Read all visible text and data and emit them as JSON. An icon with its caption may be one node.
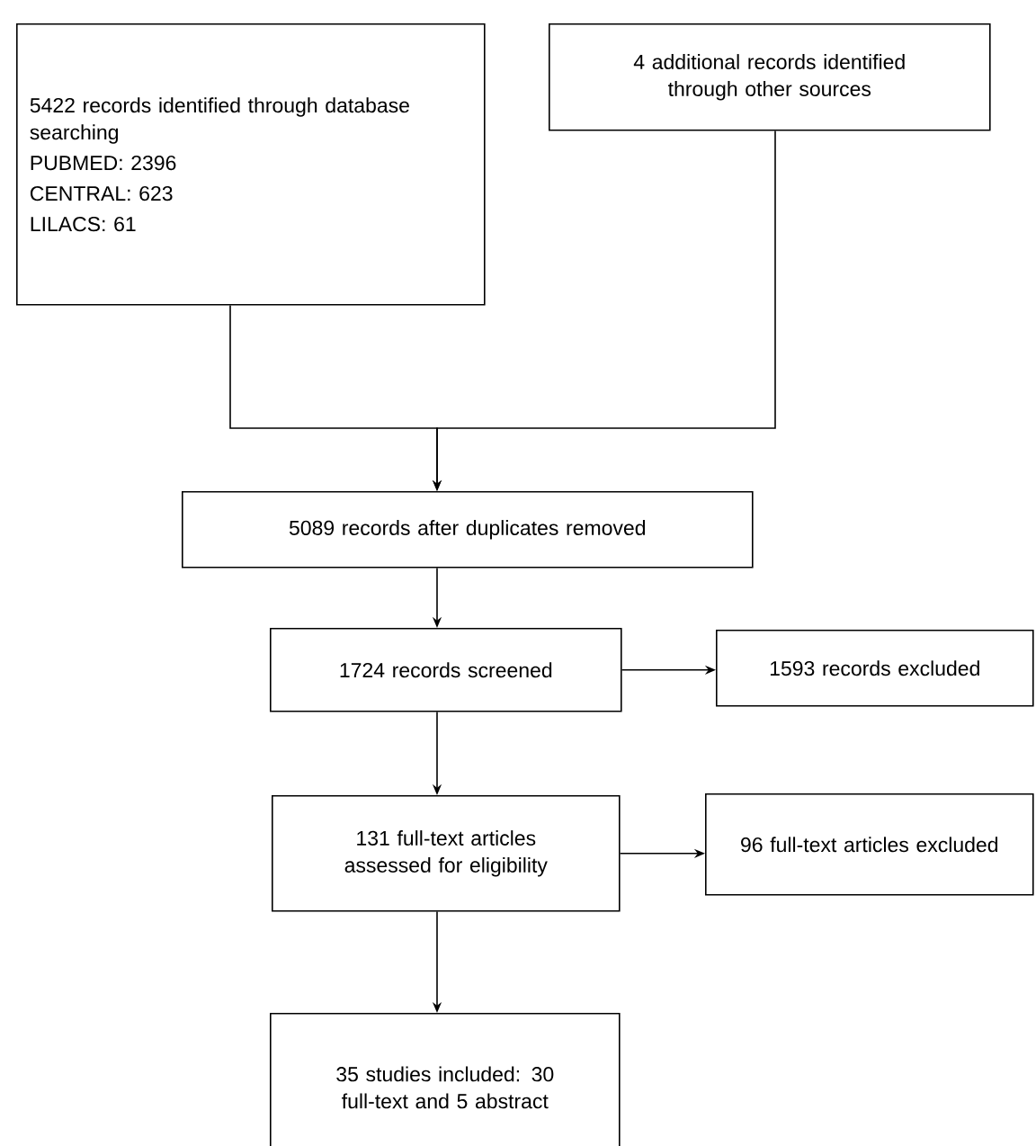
{
  "diagram": {
    "nodes": [
      {
        "text": [
          "5422 records identified through database searching",
          "PUBMED: 2396",
          "CENTRAL: 623",
          "LILACS: 61"
        ]
      },
      {
        "text": [
          "4 additional records identified through other sources"
        ]
      },
      {
        "text": [
          "5089 records after duplicates removed"
        ]
      },
      {
        "text": [
          "1724 records screened"
        ]
      },
      {
        "text": [
          "1593 records excluded"
        ]
      },
      {
        "text": [
          "131 full-text articles assessed for eligibility"
        ]
      },
      {
        "text": [
          "96 full-text articles excluded"
        ]
      },
      {
        "text": [
          "35 studies included: 30 full-text and 5 abstract"
        ]
      }
    ],
    "edges": [
      {
        "from": 0,
        "to": 2,
        "arrow": "to"
      },
      {
        "from": 1,
        "to": 2,
        "arrow": "to"
      },
      {
        "from": 2,
        "to": 3,
        "arrow": "to"
      },
      {
        "from": 3,
        "to": 4,
        "arrow": "to"
      },
      {
        "from": 3,
        "to": 5,
        "arrow": "to"
      },
      {
        "from": 5,
        "to": 6,
        "arrow": "to"
      },
      {
        "from": 5,
        "to": 7,
        "arrow": "to"
      }
    ]
  }
}
